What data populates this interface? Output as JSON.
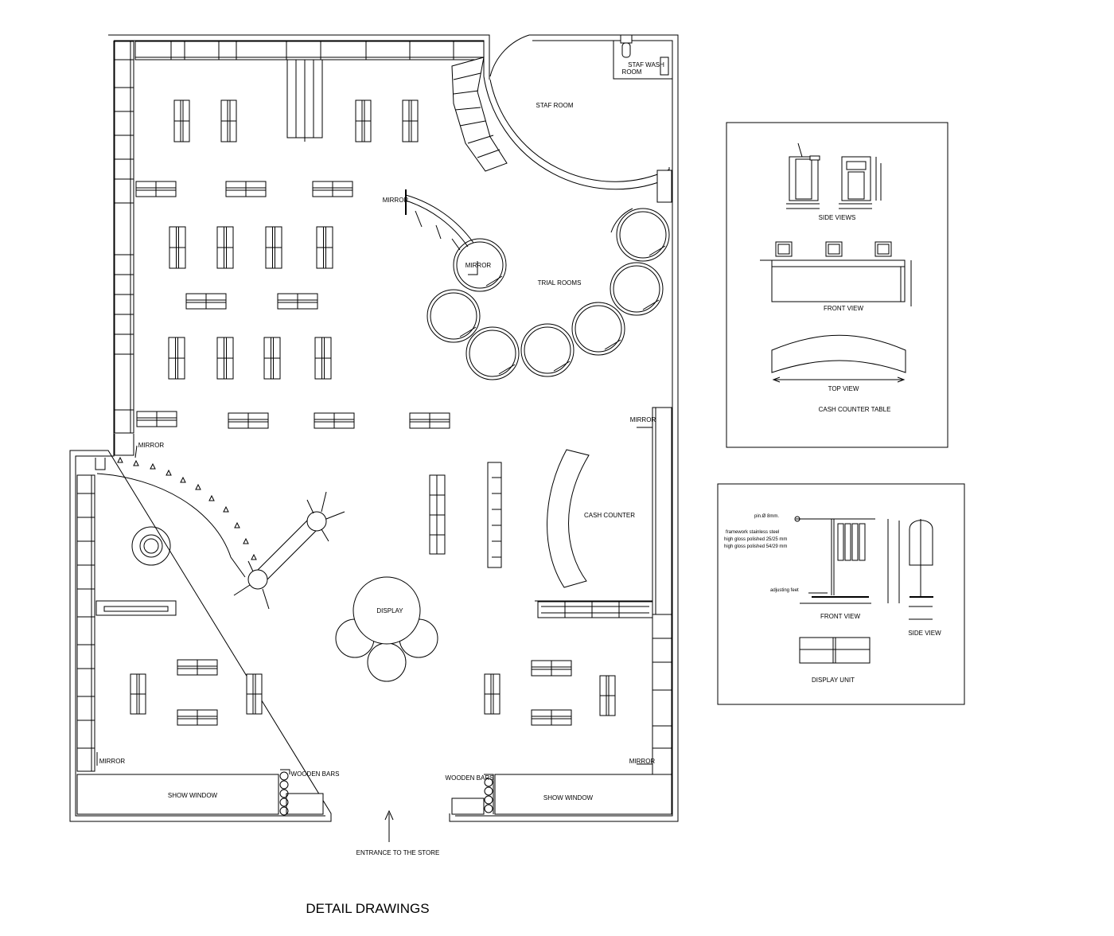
{
  "title": "DETAIL DRAWINGS",
  "labels": {
    "staff_wash_room_1": "STAF WASH",
    "staff_wash_room_2": "ROOM",
    "staff_room": "STAF ROOM",
    "trial_rooms": "TRIAL ROOMS",
    "mirror_top": "MIRROR",
    "mirror_trial": "MIRROR",
    "mirror_left": "MIRROR",
    "mirror_right": "MIRROR",
    "mirror_bottom_left": "MIRROR",
    "mirror_bottom_right": "MIRROR",
    "cash_counter": "CASH COUNTER",
    "display": "DISPLAY",
    "wooden_bars_left": "WOODEN BARS",
    "wooden_bars_right": "WOODEN BARS",
    "show_window_left": "SHOW WINDOW",
    "show_window_right": "SHOW WINDOW",
    "entrance": "ENTRANCE TO THE STORE"
  },
  "cash_counter_panel": {
    "side_views": "SIDE VIEWS",
    "front_view": "FRONT VIEW",
    "top_view": "TOP VIEW",
    "caption": "CASH COUNTER TABLE"
  },
  "display_unit_panel": {
    "note_1": "pin.Ø 8mm.",
    "note_2": "framework stainless steel",
    "note_3": "high gloss polished 25/25 mm",
    "note_4": "high gloss polished  54/29 mm",
    "note_5": "adjusting feet",
    "front_view": "FRONT VIEW",
    "side_view": "SIDE VIEW",
    "caption": "DISPLAY UNIT"
  },
  "colors": {
    "line": "#000000",
    "background": "#ffffff"
  }
}
